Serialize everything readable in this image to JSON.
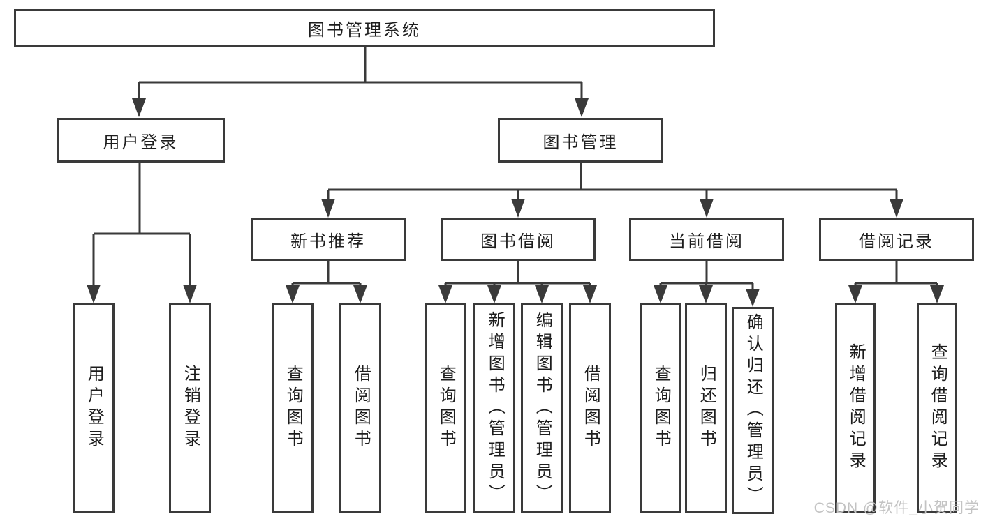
{
  "colors": {
    "line": "#3a3a3a",
    "text": "#1d1d1d",
    "background": "#ffffff",
    "watermark": "#c3c3c3"
  },
  "root": {
    "label": "图书管理系统"
  },
  "level2": [
    {
      "label": "用户登录",
      "children": [
        {
          "label": "用户登录"
        },
        {
          "label": "注销登录"
        }
      ]
    },
    {
      "label": "图书管理",
      "children": [
        {
          "label": "新书推荐",
          "children": [
            {
              "label": "查询图书"
            },
            {
              "label": "借阅图书"
            }
          ]
        },
        {
          "label": "图书借阅",
          "children": [
            {
              "label": "查询图书"
            },
            {
              "label": "新增图书（管理员）"
            },
            {
              "label": "编辑图书（管理员）"
            },
            {
              "label": "借阅图书"
            }
          ]
        },
        {
          "label": "当前借阅",
          "children": [
            {
              "label": "查询图书"
            },
            {
              "label": "归还图书"
            },
            {
              "label": "确认归还（管理员）"
            }
          ]
        },
        {
          "label": "借阅记录",
          "children": [
            {
              "label": "新增借阅记录"
            },
            {
              "label": "查询借阅记录"
            }
          ]
        }
      ]
    }
  ],
  "watermark": "CSDN @软件_小贺同学"
}
